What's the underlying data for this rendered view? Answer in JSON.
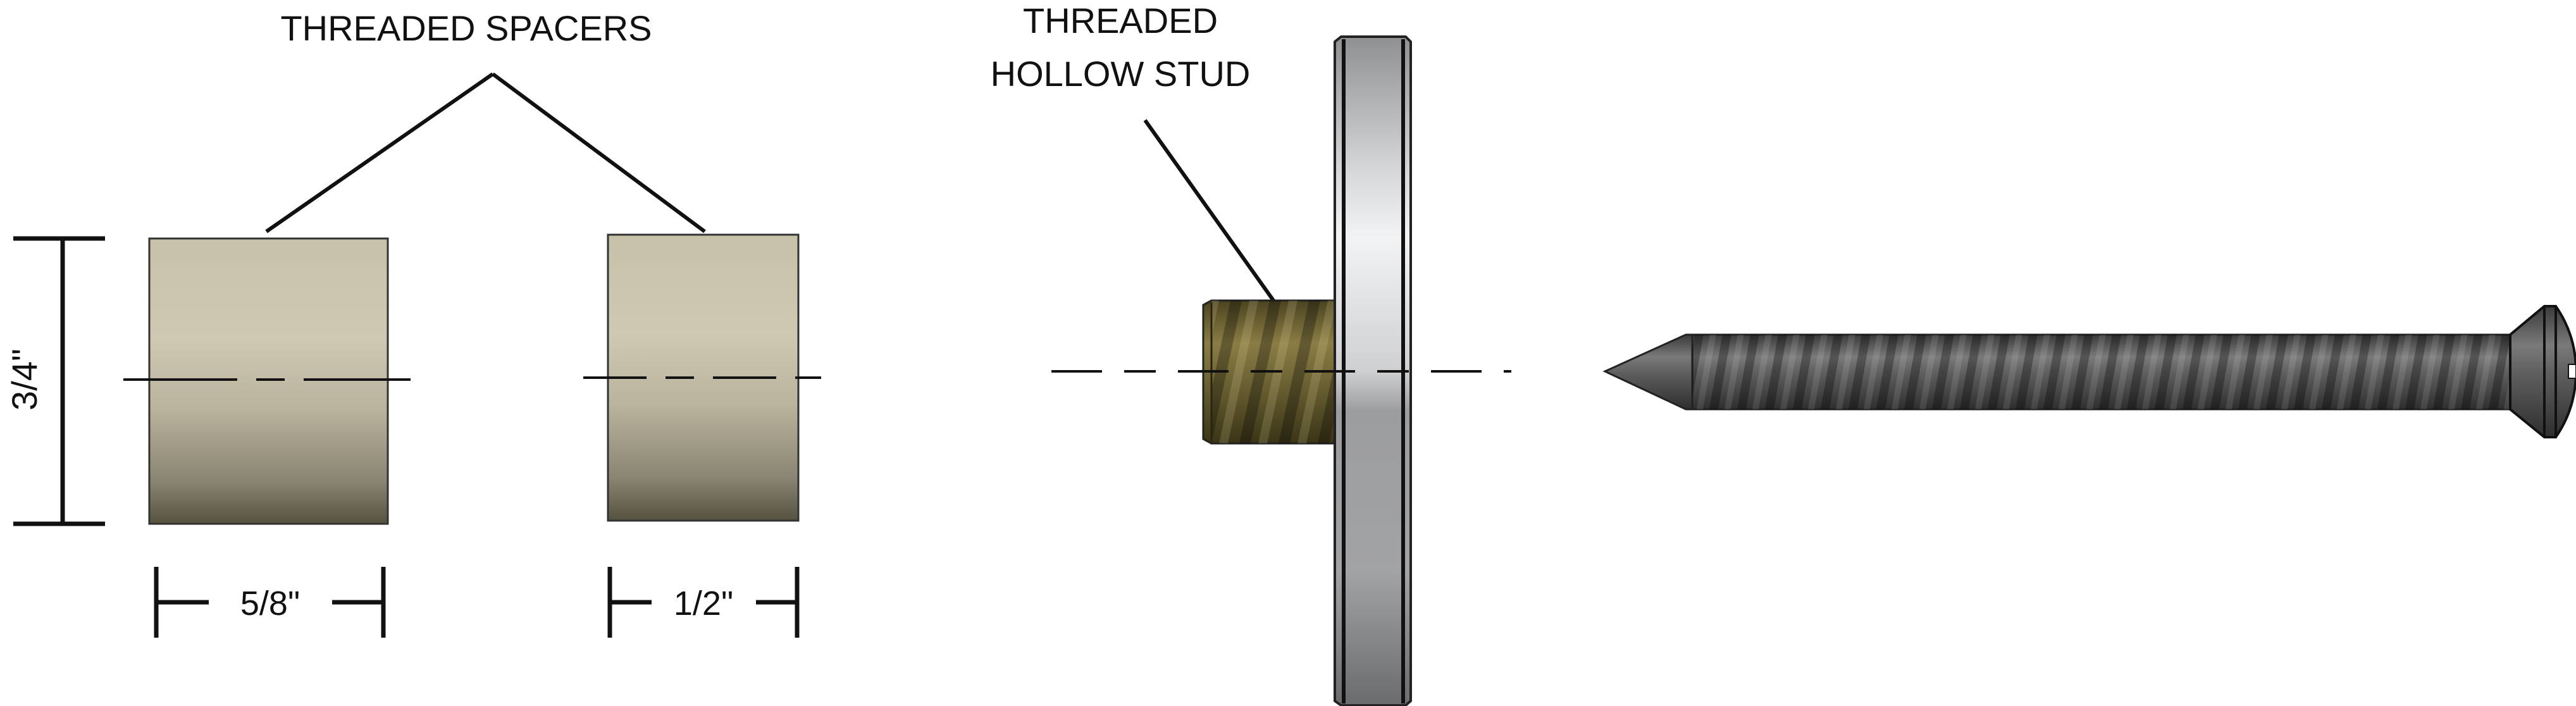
{
  "labels": {
    "spacers": "THREADED SPACERS",
    "stud_line1": "THREADED",
    "stud_line2": "HOLLOW STUD"
  },
  "dimensions": {
    "height": "3/4\"",
    "large_spacer_width": "5/8\"",
    "small_spacer_width": "1/2\""
  },
  "colors": {
    "spacer": "#c9c3ad",
    "stud": "#6e6435",
    "washer": "#bfc0c2",
    "screw": "#505050",
    "line": "#111111"
  }
}
